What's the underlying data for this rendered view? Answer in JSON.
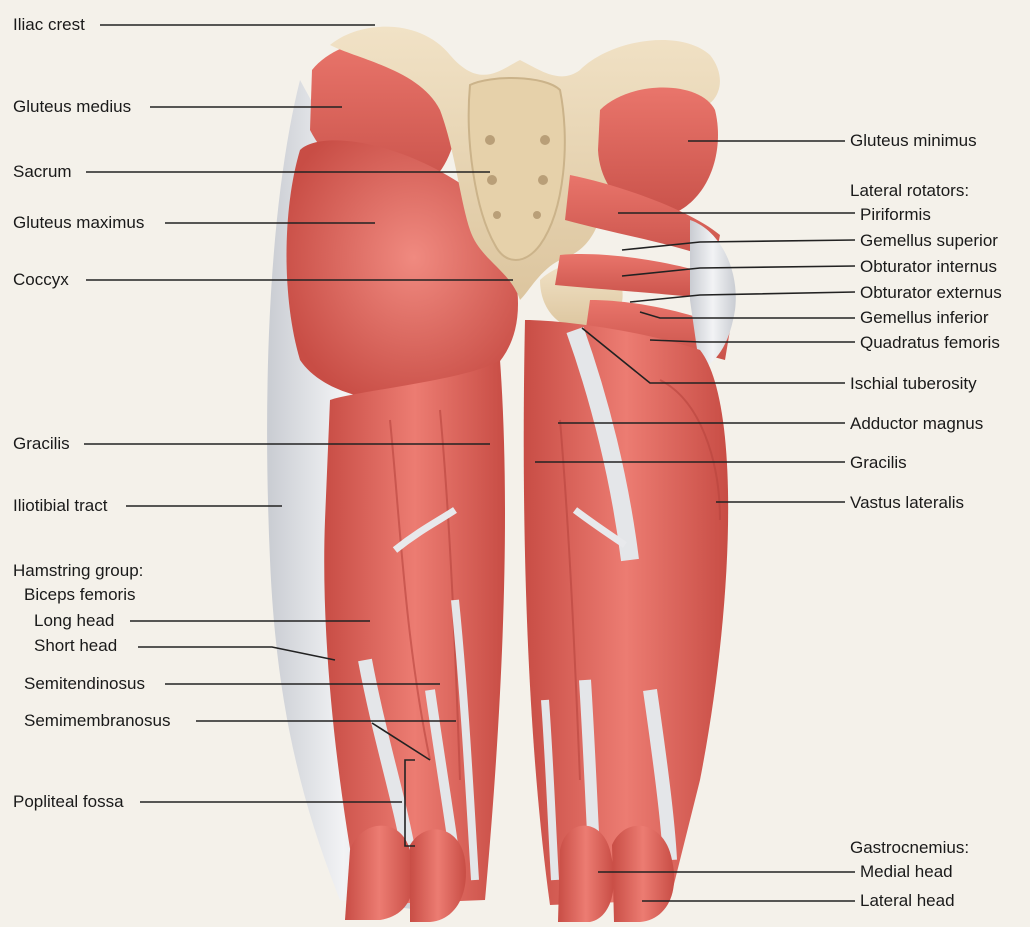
{
  "labels_left": {
    "iliac_crest": "Iliac crest",
    "gluteus_medius": "Gluteus medius",
    "sacrum": "Sacrum",
    "gluteus_maximus": "Gluteus maximus",
    "coccyx": "Coccyx",
    "gracilis": "Gracilis",
    "iliotibial_tract": "Iliotibial tract",
    "hamstring_group": "Hamstring group:",
    "biceps_femoris": "Biceps femoris",
    "long_head": "Long head",
    "short_head": "Short head",
    "semitendinosus": "Semitendinosus",
    "semimembranosus": "Semimembranosus",
    "popliteal_fossa": "Popliteal fossa"
  },
  "labels_right": {
    "gluteus_minimus": "Gluteus minimus",
    "lateral_rotators": "Lateral rotators:",
    "piriformis": "Piriformis",
    "gemellus_superior": "Gemellus superior",
    "obturator_internus": "Obturator internus",
    "obturator_externus": "Obturator externus",
    "gemellus_inferior": "Gemellus inferior",
    "quadratus_femoris": "Quadratus femoris",
    "ischial_tuberosity": "Ischial tuberosity",
    "adductor_magnus": "Adductor magnus",
    "gracilis": "Gracilis",
    "vastus_lateralis": "Vastus lateralis",
    "gastrocnemius": "Gastrocnemius:",
    "medial_head": "Medial head",
    "lateral_head": "Lateral head"
  },
  "colors": {
    "background": "#f4f1ea",
    "muscle": "#e0655c",
    "muscle_dark": "#c24a43",
    "bone": "#ead7b4",
    "tendon": "#dfe2e6",
    "leader": "#222222"
  }
}
